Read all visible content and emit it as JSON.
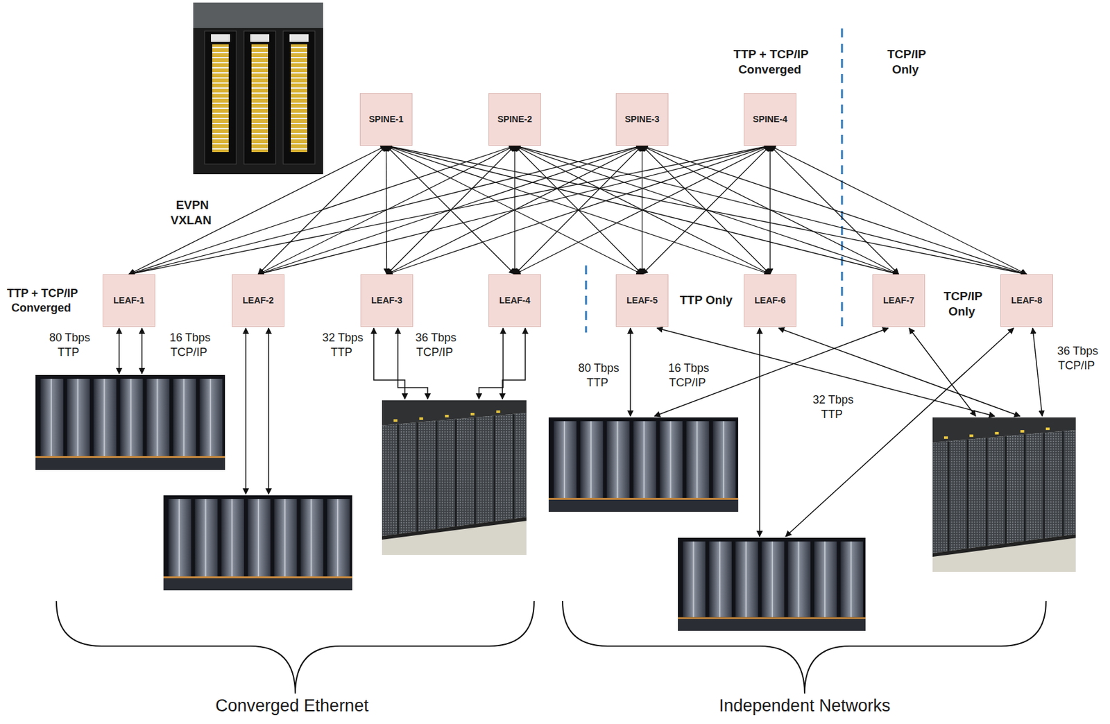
{
  "diagram": {
    "nodes": [
      {
        "text": [
          "SPINE-1"
        ]
      },
      {
        "text": [
          "SPINE-2"
        ]
      },
      {
        "text": [
          "SPINE-3"
        ]
      },
      {
        "text": [
          "SPINE-4"
        ]
      },
      {
        "text": [
          "LEAF-1"
        ]
      },
      {
        "text": [
          "LEAF-2"
        ]
      },
      {
        "text": [
          "LEAF-3"
        ]
      },
      {
        "text": [
          "LEAF-4"
        ]
      },
      {
        "text": [
          "LEAF-5"
        ]
      },
      {
        "text": [
          "LEAF-6"
        ]
      },
      {
        "text": [
          "LEAF-7"
        ]
      },
      {
        "text": [
          "LEAF-8"
        ]
      }
    ],
    "edges": [
      {
        "from": 0,
        "to": 4,
        "arrow": "both"
      },
      {
        "from": 0,
        "to": 5,
        "arrow": "both"
      },
      {
        "from": 0,
        "to": 6,
        "arrow": "both"
      },
      {
        "from": 0,
        "to": 7,
        "arrow": "both"
      },
      {
        "from": 0,
        "to": 8,
        "arrow": "both"
      },
      {
        "from": 0,
        "to": 9,
        "arrow": "both"
      },
      {
        "from": 0,
        "to": 10,
        "arrow": "both"
      },
      {
        "from": 0,
        "to": 11,
        "arrow": "both"
      },
      {
        "from": 1,
        "to": 4,
        "arrow": "both"
      },
      {
        "from": 1,
        "to": 5,
        "arrow": "both"
      },
      {
        "from": 1,
        "to": 6,
        "arrow": "both"
      },
      {
        "from": 1,
        "to": 7,
        "arrow": "both"
      },
      {
        "from": 1,
        "to": 8,
        "arrow": "both"
      },
      {
        "from": 1,
        "to": 9,
        "arrow": "both"
      },
      {
        "from": 1,
        "to": 10,
        "arrow": "both"
      },
      {
        "from": 1,
        "to": 11,
        "arrow": "both"
      },
      {
        "from": 2,
        "to": 4,
        "arrow": "both"
      },
      {
        "from": 2,
        "to": 5,
        "arrow": "both"
      },
      {
        "from": 2,
        "to": 6,
        "arrow": "both"
      },
      {
        "from": 2,
        "to": 7,
        "arrow": "both"
      },
      {
        "from": 2,
        "to": 8,
        "arrow": "both"
      },
      {
        "from": 2,
        "to": 9,
        "arrow": "both"
      },
      {
        "from": 2,
        "to": 10,
        "arrow": "both"
      },
      {
        "from": 2,
        "to": 11,
        "arrow": "both"
      },
      {
        "from": 3,
        "to": 4,
        "arrow": "both"
      },
      {
        "from": 3,
        "to": 5,
        "arrow": "both"
      },
      {
        "from": 3,
        "to": 6,
        "arrow": "both"
      },
      {
        "from": 3,
        "to": 7,
        "arrow": "both"
      },
      {
        "from": 3,
        "to": 8,
        "arrow": "both"
      },
      {
        "from": 3,
        "to": 9,
        "arrow": "both"
      },
      {
        "from": 3,
        "to": 10,
        "arrow": "both"
      },
      {
        "from": 3,
        "to": 11,
        "arrow": "both"
      }
    ],
    "labels": [
      "TTP + TCP/IP Converged",
      "TCP/IP Only",
      "EVPN VXLAN",
      "TTP + TCP/IP Converged",
      "TTP Only",
      "TCP/IP Only",
      "80 Tbps TTP",
      "16 Tbps TCP/IP",
      "32 Tbps TTP",
      "36 Tbps TCP/IP",
      "80 Tbps TTP",
      "16 Tbps TCP/IP",
      "36 Tbps TCP/IP",
      "32 Tbps TTP",
      "Converged Ethernet",
      "Independent Networks"
    ]
  }
}
